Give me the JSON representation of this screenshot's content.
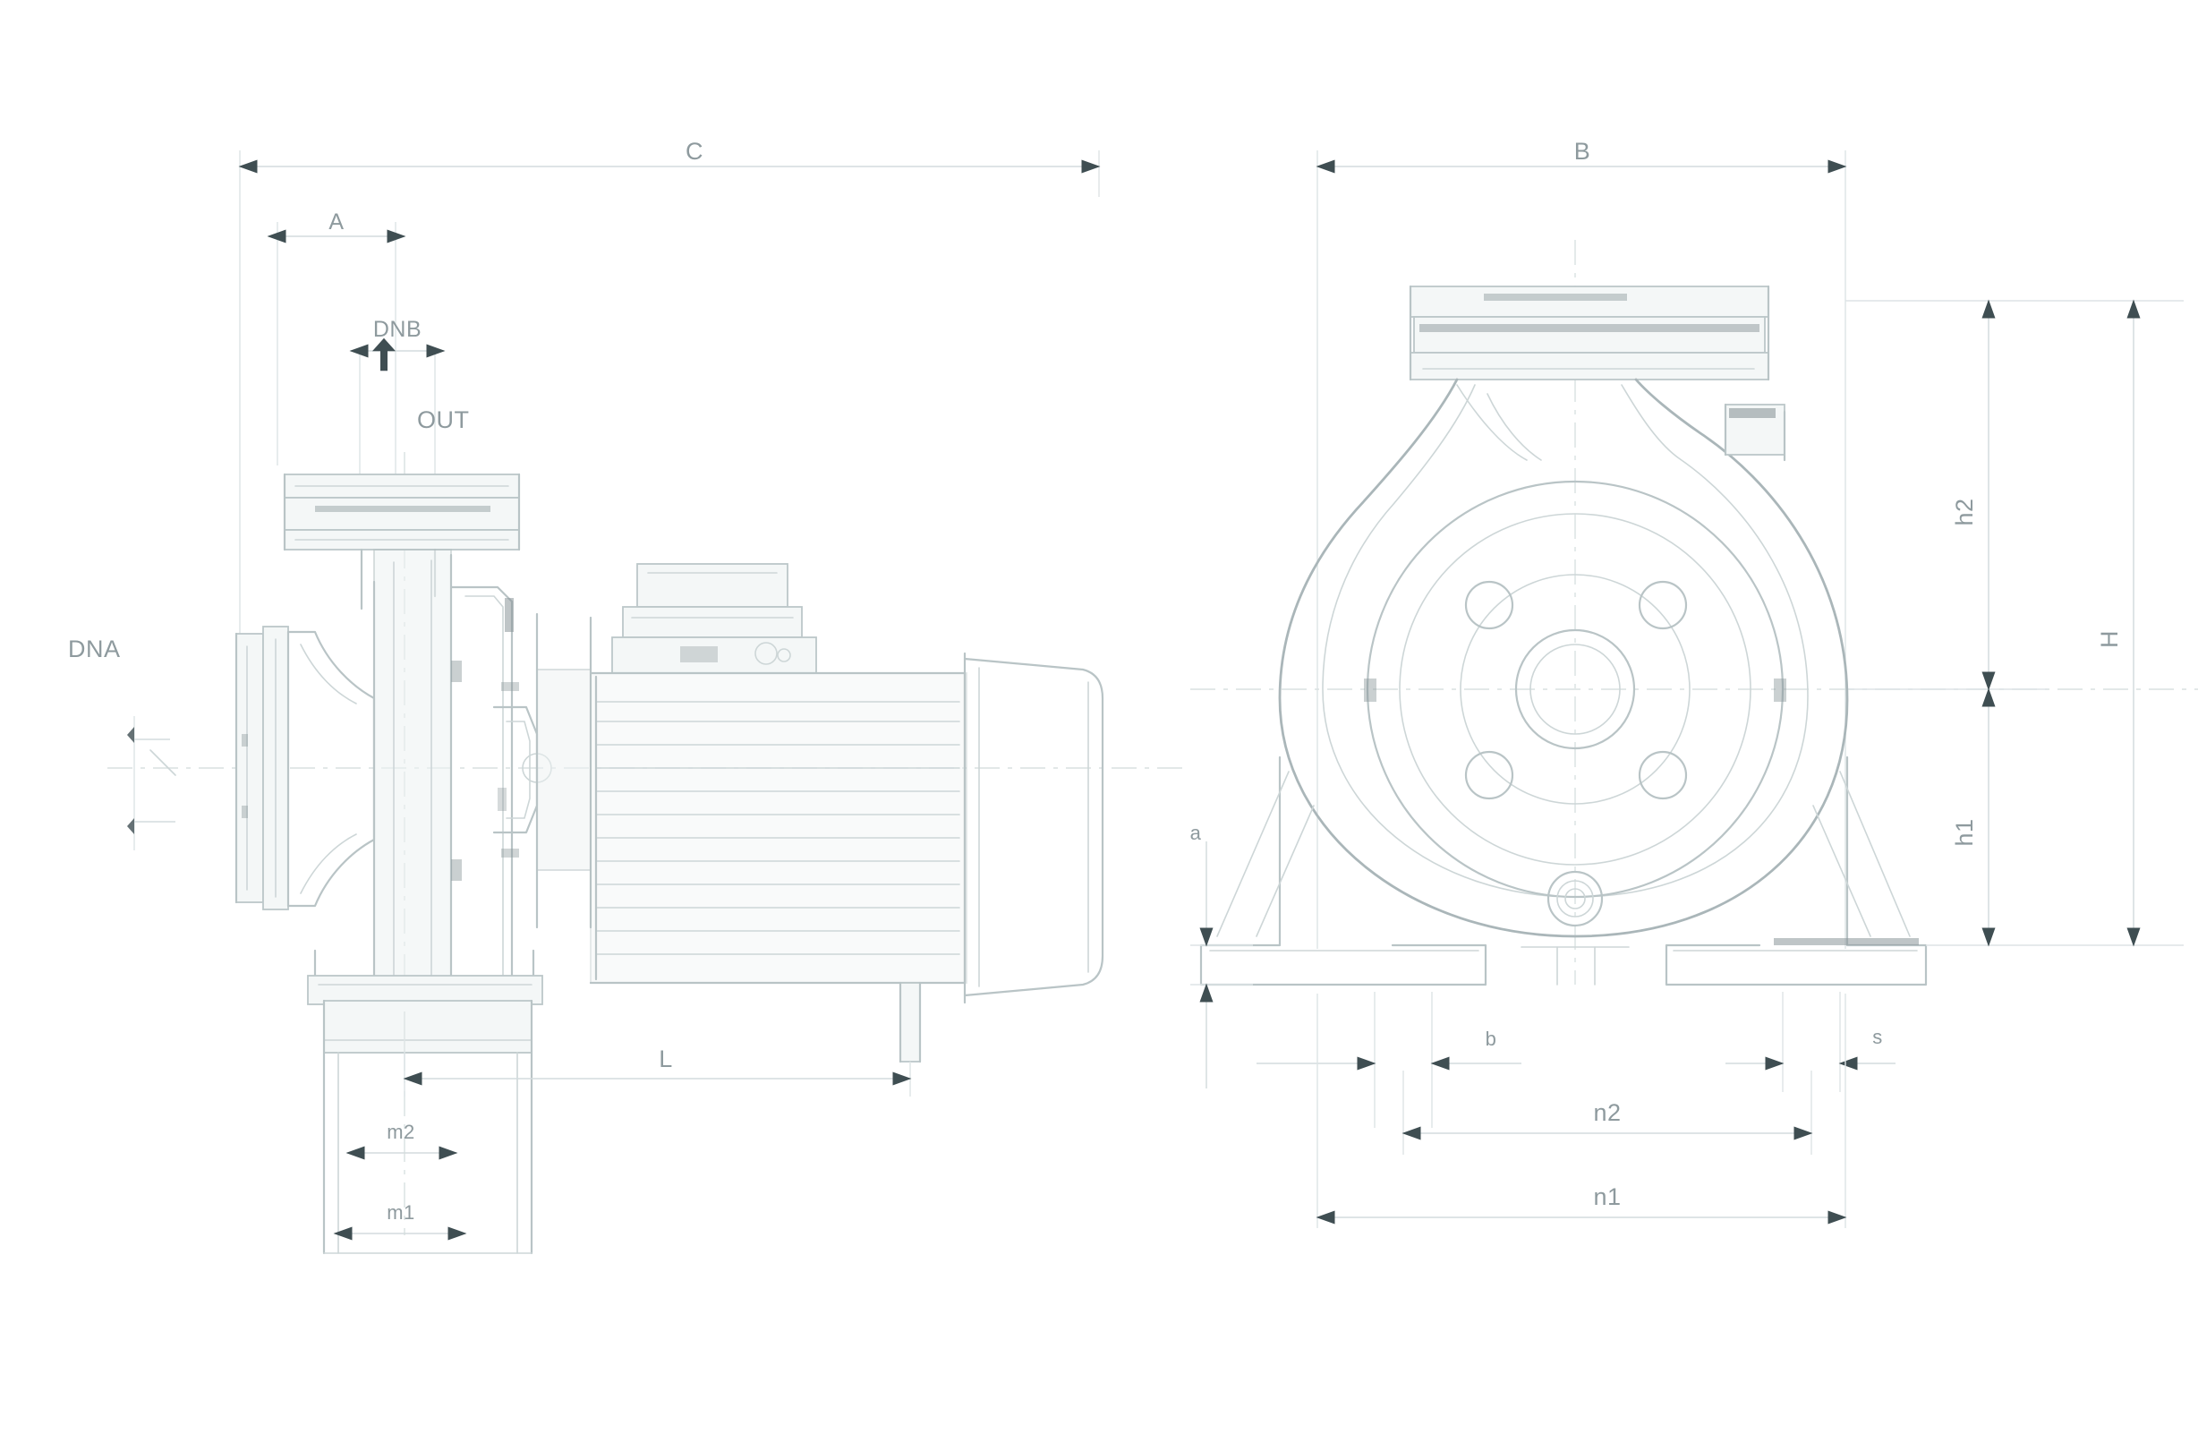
{
  "drawing": {
    "title": "Centrifugal pump dimensional drawing",
    "background_color": "#ffffff",
    "line_color": "#b9c4c6",
    "text_color": "#8e9a9e",
    "views": [
      {
        "name": "side-view",
        "label": ""
      },
      {
        "name": "front-view",
        "label": ""
      }
    ]
  },
  "side_view": {
    "dimensions": {
      "overall_length": "C",
      "flange_offset": "A",
      "discharge_nominal": "DNB",
      "suction_nominal": "DNA",
      "base_length": "L",
      "base_hole_spacing_inner": "m2",
      "base_hole_spacing_outer": "m1"
    },
    "flow_label": "OUT"
  },
  "front_view": {
    "dimensions": {
      "overall_width": "B",
      "shaft_height_upper": "h2",
      "overall_height": "H",
      "shaft_height_lower": "h1",
      "foot_thickness": "a",
      "foot_slot_width": "b",
      "foot_slot_edge": "s",
      "foot_bolt_span_inner": "n2",
      "foot_bolt_span_outer": "n1"
    }
  },
  "labels": {
    "C": "C",
    "A": "A",
    "DNB": "DNB",
    "DNA": "DNA",
    "OUT": "OUT",
    "L": "L",
    "m1": "m1",
    "m2": "m2",
    "B": "B",
    "h2": "h2",
    "H": "H",
    "h1": "h1",
    "a": "a",
    "b": "b",
    "s": "s",
    "n1": "n1",
    "n2": "n2"
  }
}
